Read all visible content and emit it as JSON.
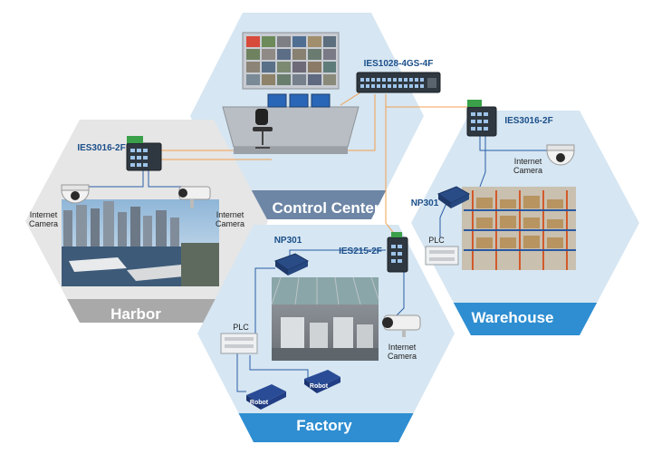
{
  "zones": {
    "control_center": "Control Center",
    "harbor": "Harbor",
    "warehouse": "Warehouse",
    "factory": "Factory"
  },
  "devices": {
    "core_switch": "IES1028-4GS-4F",
    "harbor_switch": "IES3016-2F",
    "warehouse_switch": "IES3016-2F",
    "factory_switch": "IES215-2F",
    "warehouse_server": "NP301",
    "factory_server": "NP301"
  },
  "captions": {
    "camera_line1": "Internet",
    "camera_line2": "Camera",
    "plc": "PLC",
    "robot": "Robot"
  },
  "colors": {
    "control_hex": "#d6e6f2",
    "harbor_hex": "#e6e6e6",
    "warehouse_hex": "#d6e6f2",
    "factory_hex": "#d6e6f2",
    "control_band": "#6d86a6",
    "harbor_band": "#a9a9a9",
    "warehouse_band": "#2e8ed1",
    "factory_band": "#2e8ed1",
    "fiber_link": "#f0a050",
    "copper_link": "#2a5ea6",
    "label_text": "#1b4f8a"
  }
}
